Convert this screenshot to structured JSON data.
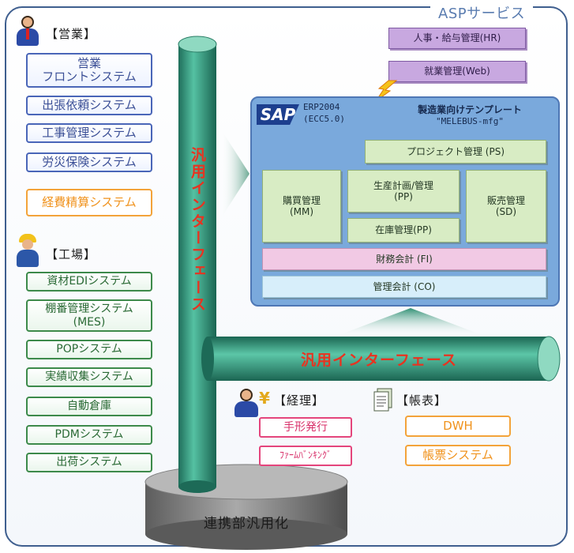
{
  "asp": {
    "title": "ASPサービス",
    "hr": "人事・給与管理(HR)",
    "web": "就業管理(Web)"
  },
  "sales": {
    "header": "【営業】",
    "items": [
      "営業\nフロントシステム",
      "出張依頼システム",
      "工事管理システム",
      "労災保険システム"
    ],
    "keihi": "経費精算システム"
  },
  "factory": {
    "header": "【工場】",
    "items": [
      "資材EDIシステム",
      "棚番管理システム\n(MES)",
      "POPシステム",
      "実績収集システム",
      "自動倉庫",
      "PDMシステム",
      "出荷システム"
    ]
  },
  "sap": {
    "logo": "SAP",
    "erp": "ERP2004\n(ECC5.0)",
    "template_title": "製造業向けテンプレート",
    "template_name": "\"MELEBUS-mfg\"",
    "ps": "プロジェクト管理 (PS)",
    "mm": "購買管理\n(MM)",
    "pp": "生産計画/管理\n(PP)",
    "pp_stock": "在庫管理(PP)",
    "sd": "販売管理\n(SD)",
    "fi": "財務会計 (FI)",
    "co": "管理会計 (CO)"
  },
  "interface": {
    "vertical": "汎用インターフェース",
    "horizontal": "汎用インターフェース",
    "base": "連携部汎用化"
  },
  "keiri": {
    "header": "【経理】",
    "items": [
      "手形発行",
      "ﾌｧｰﾑﾊﾞﾝｷﾝｸﾞ"
    ]
  },
  "chohyo": {
    "header": "【帳表】",
    "items": [
      "DWH",
      "帳票システム"
    ]
  },
  "colors": {
    "pipe": "#2e8f78",
    "sap_bg": "#7aa9dc",
    "interface_text": "#e83320"
  }
}
